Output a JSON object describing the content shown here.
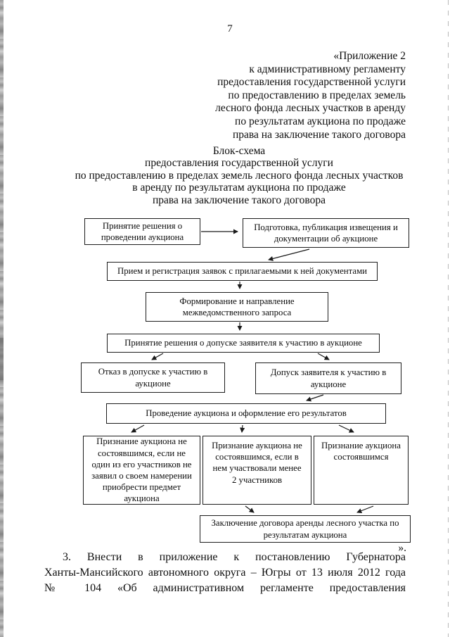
{
  "page": {
    "number": "7"
  },
  "annex_header": {
    "lines": [
      "«Приложение 2",
      "к административному регламенту",
      "предоставления государственной услуги",
      "по предоставлению в пределах земель",
      "лесного фонда лесных участков в аренду",
      "по результатам аукциона по продаже",
      "права на заключение такого договора"
    ]
  },
  "title": {
    "lines": [
      "Блок-схема",
      "предоставления государственной услуги",
      "по предоставлению в пределах земель лесного фонда лесных участков",
      "в аренду по результатам аукциона по продаже",
      "права на заключение такого договора"
    ]
  },
  "flowchart": {
    "boxes": [
      {
        "id": "decision",
        "lines": [
          "Принятие решения о",
          "проведении аукциона"
        ]
      },
      {
        "id": "preparation",
        "lines": [
          "Подготовка, публикация извещения и",
          "документации об аукционе"
        ]
      },
      {
        "id": "reception",
        "lines": [
          "Прием и регистрация заявок с прилагаемыми к ней документами"
        ]
      },
      {
        "id": "interagency",
        "lines": [
          "Формирование и направление",
          "межведомственного запроса"
        ]
      },
      {
        "id": "admission-decision",
        "lines": [
          "Принятие решения о допуске заявителя к участию в аукционе"
        ]
      },
      {
        "id": "refusal",
        "lines": [
          "Отказ в допуске к участию в",
          "аукционе"
        ]
      },
      {
        "id": "admission",
        "lines": [
          "Допуск заявителя к участию в",
          "аукционе"
        ]
      },
      {
        "id": "conduct",
        "lines": [
          "Проведение аукциона и оформление его результатов"
        ]
      },
      {
        "id": "failed-no-intent",
        "lines": [
          "Признание аукциона не",
          "состоявшимся, если не",
          "один из его участников не",
          "заявил о своем намерении",
          "приобрести предмет",
          "аукциона"
        ]
      },
      {
        "id": "failed-few",
        "lines": [
          "Признание аукциона не",
          "состоявшимся, если в",
          "нем участвовали менее",
          "2 участников"
        ]
      },
      {
        "id": "held",
        "lines": [
          "Признание аукциона",
          "состоявшимся"
        ]
      },
      {
        "id": "conclusion",
        "lines": [
          "Заключение договора аренды лесного участка по",
          "результатам аукциона"
        ]
      }
    ]
  },
  "closing_quote": "».",
  "paragraph": {
    "lines": [
      "3. Внести в приложение к постановлению Губернатора",
      "Ханты-Мансийского автономного округа – Югры от 13 июля 2012 года",
      "№ 104 «Об административном регламенте предоставления"
    ]
  },
  "colors": {
    "ink": "#0d0d0d",
    "box_border": "#1c1c1c",
    "scan_stripe": "#8f8f8f"
  }
}
